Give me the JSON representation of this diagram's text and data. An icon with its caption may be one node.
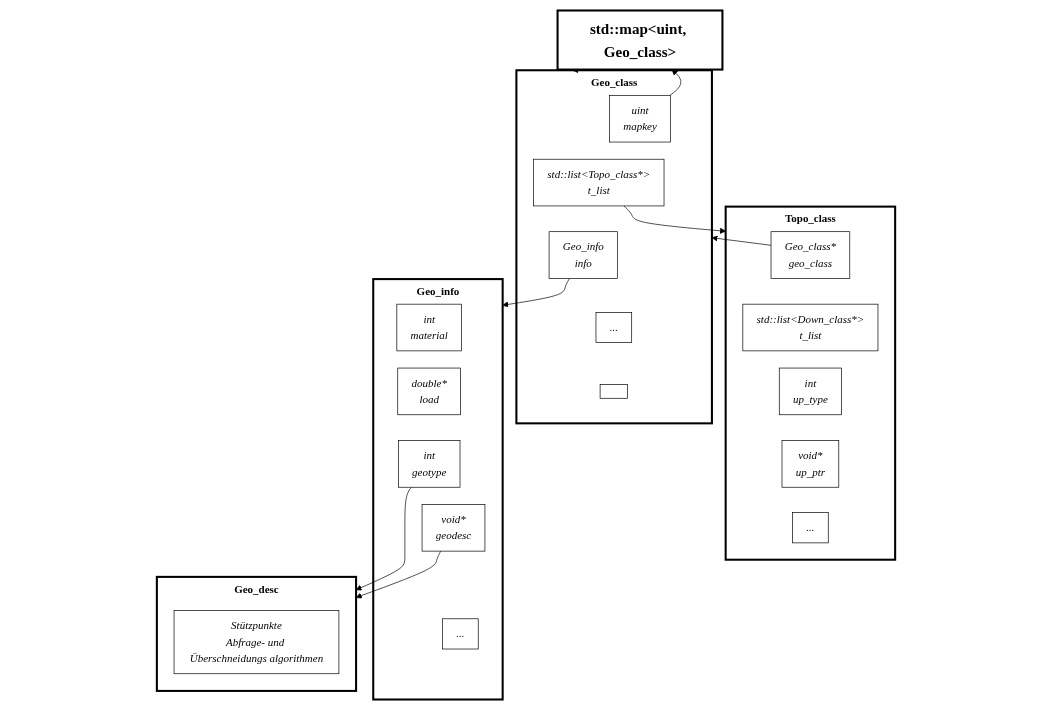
{
  "diagram": {
    "nodes": [
      {
        "text": [
          "std::map<uint, Geo_class>"
        ]
      },
      {
        "text": [
          "Geo_class"
        ]
      },
      {
        "text": [
          "uint",
          "mapkey"
        ],
        "in": 1
      },
      {
        "text": [
          "std::list<Topo_class*>",
          "t_list"
        ],
        "in": 1
      },
      {
        "text": [
          "Geo_info",
          "info"
        ],
        "in": 1
      },
      {
        "text": [
          "..."
        ],
        "in": 1
      },
      {
        "text": [],
        "shape": "box",
        "in": 1
      },
      {
        "text": [
          "Topo_class"
        ]
      },
      {
        "text": [
          "Geo_class*",
          "geo_class"
        ],
        "in": 7
      },
      {
        "text": [
          "std::list<Down_class*>",
          "t_list"
        ],
        "in": 7
      },
      {
        "text": [
          "int",
          "up_type"
        ],
        "in": 7
      },
      {
        "text": [
          "void*",
          "up_ptr"
        ],
        "in": 7
      },
      {
        "text": [
          "..."
        ],
        "in": 7
      },
      {
        "text": [
          "Geo_info"
        ]
      },
      {
        "text": [
          "int",
          "material"
        ],
        "in": 13
      },
      {
        "text": [
          "double*",
          "load"
        ],
        "in": 13
      },
      {
        "text": [
          "int",
          "geotype"
        ],
        "in": 13
      },
      {
        "text": [
          "void*",
          "geodesc"
        ],
        "in": 13
      },
      {
        "text": [
          "..."
        ],
        "in": 13
      },
      {
        "text": [
          "Geo_desc"
        ]
      },
      {
        "text": [
          "Stützpunkte",
          "Abfrage- und Überschneidungs algorithmen"
        ],
        "in": 19
      }
    ],
    "edges": [
      {
        "from": 0,
        "to": 1,
        "arrow": "to"
      },
      {
        "from": 2,
        "to": 0,
        "arrow": "to"
      },
      {
        "from": 3,
        "to": 7,
        "arrow": "to"
      },
      {
        "from": 8,
        "to": 1,
        "arrow": "to"
      },
      {
        "from": 4,
        "to": 13,
        "arrow": "to"
      },
      {
        "from": 16,
        "to": 19,
        "arrow": "to"
      },
      {
        "from": 17,
        "to": 19,
        "arrow": "to"
      }
    ]
  }
}
